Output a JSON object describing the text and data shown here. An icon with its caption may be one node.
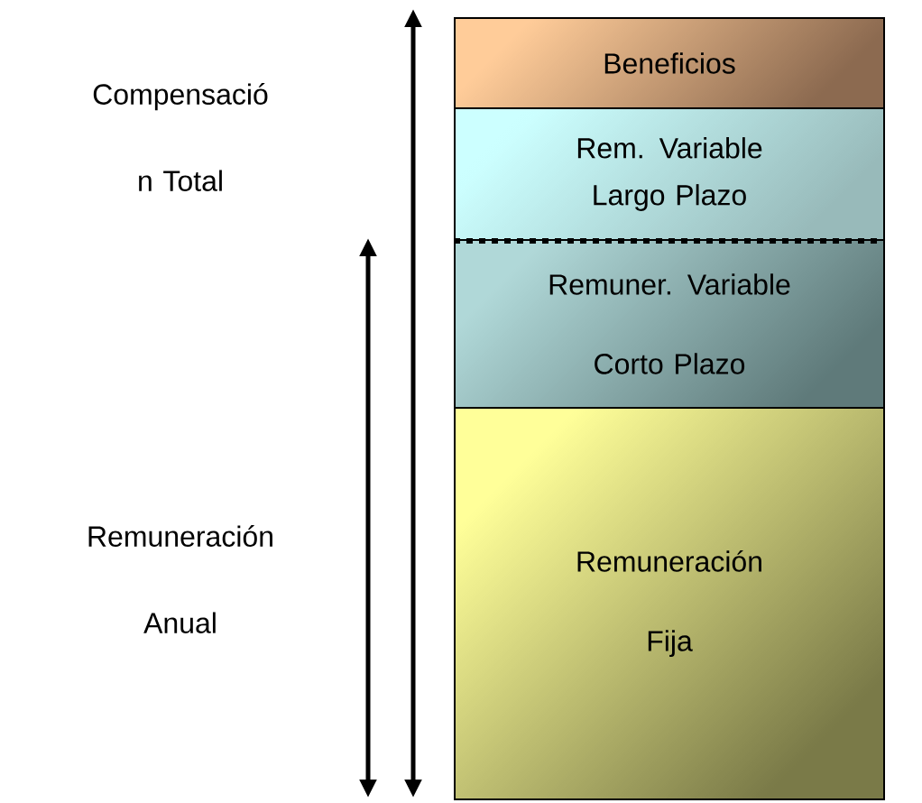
{
  "diagram": {
    "nodes": [
      {
        "text": [
          "Beneficios"
        ]
      },
      {
        "text": [
          "Rem. Variable Largo Plazo"
        ]
      },
      {
        "text": [
          "Remuner. Variable Corto Plazo"
        ]
      },
      {
        "text": [
          "Remuneración Fija"
        ]
      }
    ],
    "labels": [
      "Compensació n Total",
      "Remuneración Anual"
    ]
  }
}
